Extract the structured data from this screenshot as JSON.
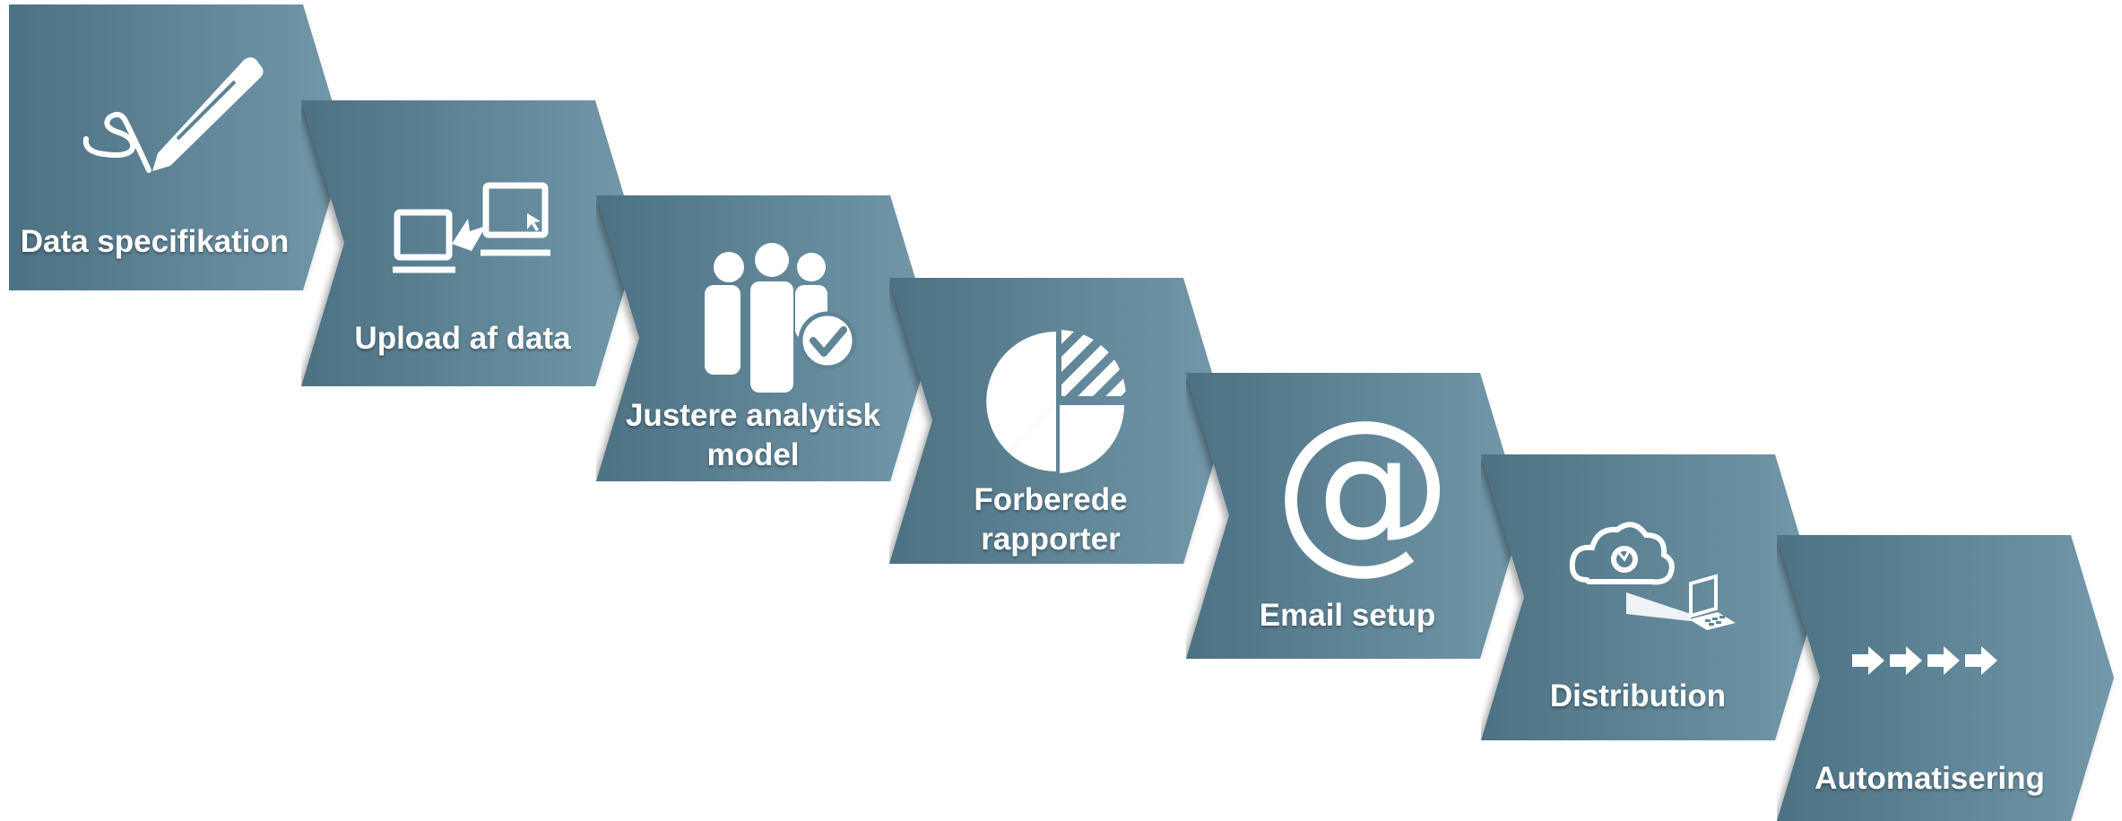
{
  "theme": {
    "shape_dark": "#4f7486",
    "shape_light": "#6f97a8",
    "icon_color": "#ffffff"
  },
  "steps": [
    {
      "label": "Data specifikation",
      "icon": "pen-icon"
    },
    {
      "label": "Upload af data",
      "icon": "computer-transfer-icon"
    },
    {
      "label": "Justere analytisk model",
      "icon": "people-check-icon"
    },
    {
      "label": "Forberede rapporter",
      "icon": "pie-chart-icon"
    },
    {
      "label": "Email setup",
      "icon": "at-sign-icon"
    },
    {
      "label": "Distribution",
      "icon": "cloud-laptop-icon"
    },
    {
      "label": "Automatisering",
      "icon": "arrows-icon"
    }
  ]
}
